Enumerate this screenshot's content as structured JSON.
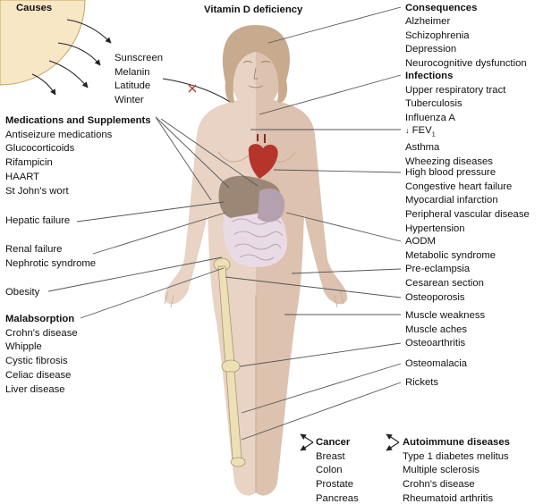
{
  "colors": {
    "sun": "#f7e7c4",
    "sun_edge": "#c9a35d",
    "skin_left": "#e8d3c4",
    "skin_right": "#dcc2af",
    "hair": "#c8aa8e",
    "heart": "#b5352a",
    "liver": "#9c8777",
    "intestine": "#e9dbe6",
    "bone": "#ede0b6",
    "line": "#555555"
  },
  "headers": {
    "causes": "Causes",
    "title": "Vitamin D deficiency",
    "consequences": "Consequences"
  },
  "causes": [
    "Sunscreen",
    "Melanin",
    "Latitude",
    "Winter"
  ],
  "medications": {
    "title": "Medications and Supplements",
    "items": [
      "Antiseizure medications",
      "Glucocorticoids",
      "Rifampicin",
      "HAART",
      "St John's wort"
    ]
  },
  "left_conditions": [
    "Hepatic failure",
    "Renal failure",
    "Nephrotic syndrome",
    "Obesity"
  ],
  "malabsorption": {
    "title": "Malabsorption",
    "items": [
      "Crohn's disease",
      "Whipple",
      "Cystic fibrosis",
      "Celiac disease",
      "Liver disease"
    ]
  },
  "consequences": {
    "brain": [
      "Alzheimer",
      "Schizophrenia",
      "Depression",
      "Neurocognitive dysfunction"
    ],
    "infections_title": "Infections",
    "infections": [
      "Upper respiratory tract",
      "Tuberculosis",
      "Influenza A"
    ],
    "fev_arrow": "↓",
    "fev_label": "FEV",
    "fev_sub": "1",
    "lung": [
      "Asthma",
      "Wheezing diseases"
    ],
    "heart": [
      "High blood pressure",
      "Congestive heart failure",
      "Myocardial infarction",
      "Peripheral vascular disease",
      "Hypertension"
    ],
    "metabolic": [
      "AODM",
      "Metabolic syndrome"
    ],
    "pregnancy": [
      "Pre-eclampsia",
      "Cesarean section"
    ],
    "osteoporosis": "Osteoporosis",
    "muscle": [
      "Muscle weakness",
      "Muscle aches"
    ],
    "osteoarthritis": "Osteoarthritis",
    "osteomalacia": "Osteomalacia",
    "rickets": "Rickets"
  },
  "cancer": {
    "title": "Cancer",
    "items": [
      "Breast",
      "Colon",
      "Prostate",
      "Pancreas"
    ]
  },
  "autoimmune": {
    "title": "Autoimmune diseases",
    "items": [
      "Type 1 diabetes melitus",
      "Multiple sclerosis",
      "Crohn's disease",
      "Rheumatoid arthritis"
    ]
  }
}
